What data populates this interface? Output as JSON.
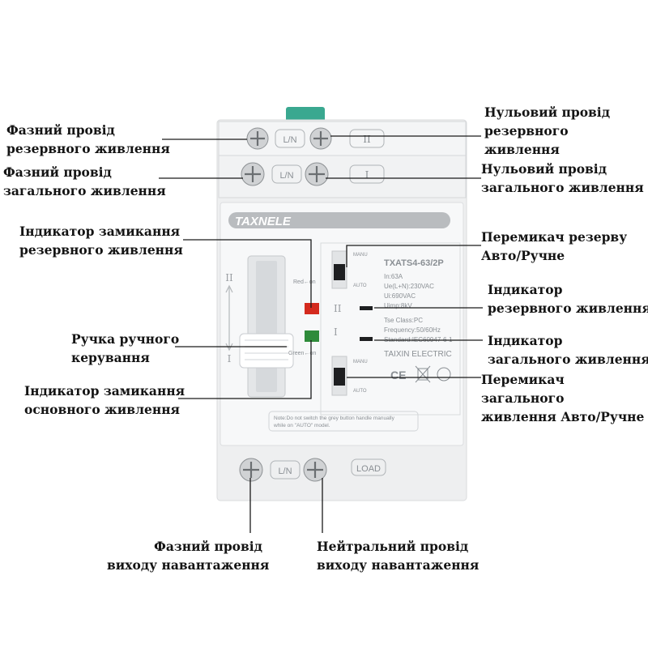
{
  "labels": {
    "backup_phase": [
      "Фазний провід",
      "резервного живлення"
    ],
    "main_phase": [
      "Фазний провід",
      "загального живлення"
    ],
    "backup_close_indicator": [
      "Індикатор замикання",
      "резервного живлення"
    ],
    "manual_handle": [
      "Ручка ручного",
      "керування"
    ],
    "main_close_indicator": [
      "Індикатор замикання",
      "основного живлення"
    ],
    "backup_neutral": [
      "Нульовий провід",
      "резервного",
      "живлення"
    ],
    "main_neutral": [
      "Нульовий провід",
      "загального живлення"
    ],
    "backup_switch": [
      "Перемикач резерву",
      "Авто/Ручне"
    ],
    "backup_indicator": [
      "Індикатор",
      "резервного живлення"
    ],
    "main_indicator": [
      "Індикатор",
      "загального живлення"
    ],
    "main_switch": [
      "Перемикач",
      "загального",
      "живлення Авто/Ручне"
    ],
    "load_phase": [
      "Фазний провід",
      "виходу навантаження"
    ],
    "load_neutral": [
      "Нейтральний провід",
      "виходу навантаження"
    ]
  },
  "device": {
    "brand": "TAXNELE",
    "model": "TXATS4-63/2P",
    "specs": [
      "In:63A",
      "Ue(L+N):230VAC",
      "Ui:690VAC",
      "Uimp:8kV",
      "Tse Class:PC",
      "Frequency:50/60Hz",
      "Standard:IEC60947-6-1"
    ],
    "manufacturer": "TAIXIN ELECTRIC",
    "ln_label": "L/N",
    "source_2": "II",
    "source_1": "I",
    "load_label": "LOAD",
    "manu": "MANU",
    "auto": "AUTO",
    "red_on": "Red←on",
    "green_on": "Green←on",
    "note": [
      "Note:Do not switch the grey button handle manually",
      "while on \"AUTO\" model."
    ],
    "ce_mark": "CE"
  },
  "colors": {
    "label_text": "#141414",
    "leader_line": "#1a1a1a",
    "device_body": "#eeeff0",
    "brand_bar": "#b9bcbf",
    "indicator_red": "#d42a1e",
    "indicator_green": "#2e8b3a",
    "clip_teal": "#3aa890"
  }
}
